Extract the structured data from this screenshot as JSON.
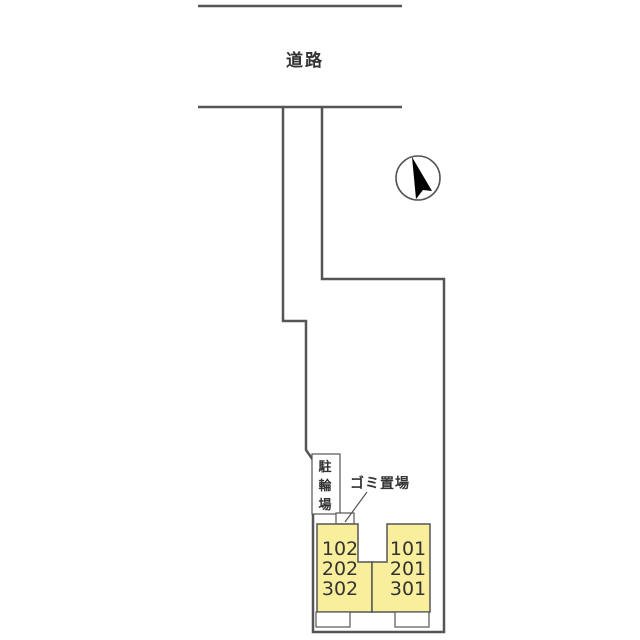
{
  "map": {
    "road_label": "道路",
    "bicycle_parking_label": "駐輪場",
    "bicycle_parking_chars": [
      "駐",
      "輪",
      "場"
    ],
    "garbage_area_label": "ゴミ置場",
    "north_arrow": "north-arrow-icon",
    "buildings": [
      {
        "name": "building-west",
        "units": [
          "102",
          "202",
          "302"
        ]
      },
      {
        "name": "building-east",
        "units": [
          "101",
          "201",
          "301"
        ]
      }
    ],
    "colors": {
      "line": "#555555",
      "building_fill": "#f8ee9c",
      "building_stroke": "#555555",
      "background": "#ffffff"
    }
  }
}
